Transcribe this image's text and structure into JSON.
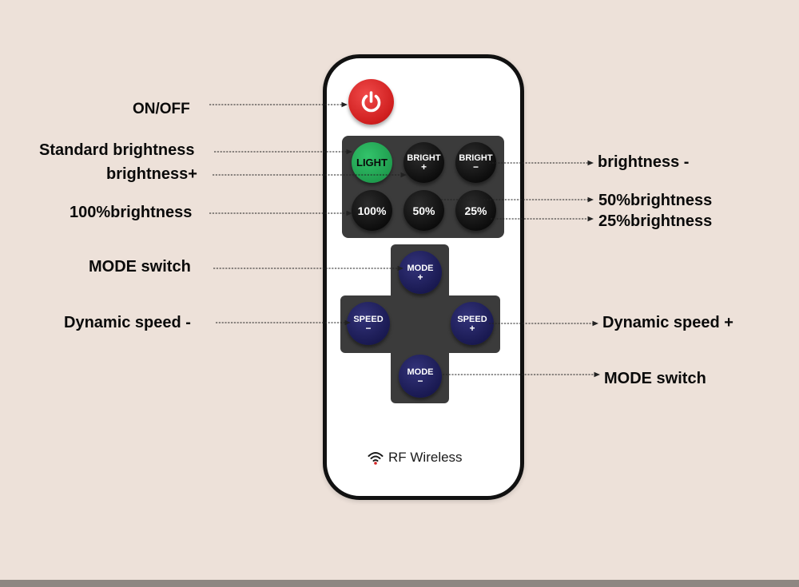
{
  "remote": {
    "buttons": {
      "light": "LIGHT",
      "bright_plus": {
        "label": "BRIGHT",
        "symbol": "+"
      },
      "bright_minus": {
        "label": "BRIGHT",
        "symbol": "−"
      },
      "pct_100": "100%",
      "pct_50": "50%",
      "pct_25": "25%",
      "mode_plus": {
        "label": "MODE",
        "symbol": "+"
      },
      "mode_minus": {
        "label": "MODE",
        "symbol": "−"
      },
      "speed_minus": {
        "label": "SPEED",
        "symbol": "−"
      },
      "speed_plus": {
        "label": "SPEED",
        "symbol": "+"
      }
    },
    "rf_label": "RF Wireless",
    "icons": {
      "power": "power-icon",
      "wireless": "wifi-icon"
    }
  },
  "annotations": {
    "on_off": "ON/OFF",
    "standard_brightness": "Standard brightness",
    "brightness_plus": "brightness+",
    "brightness_100": "100%brightness",
    "mode_switch_top": "MODE switch",
    "dynamic_speed_minus": "Dynamic speed -",
    "brightness_minus": "brightness -",
    "brightness_50": "50%brightness",
    "brightness_25": "25%brightness",
    "dynamic_speed_plus": "Dynamic speed +",
    "mode_switch_bottom": "MODE switch"
  },
  "colors": {
    "background": "#ede1d9",
    "power_red": "#d42424",
    "light_green": "#27ac5a",
    "mode_blue": "#1e1e5e",
    "panel_gray": "#3b3b3b"
  }
}
